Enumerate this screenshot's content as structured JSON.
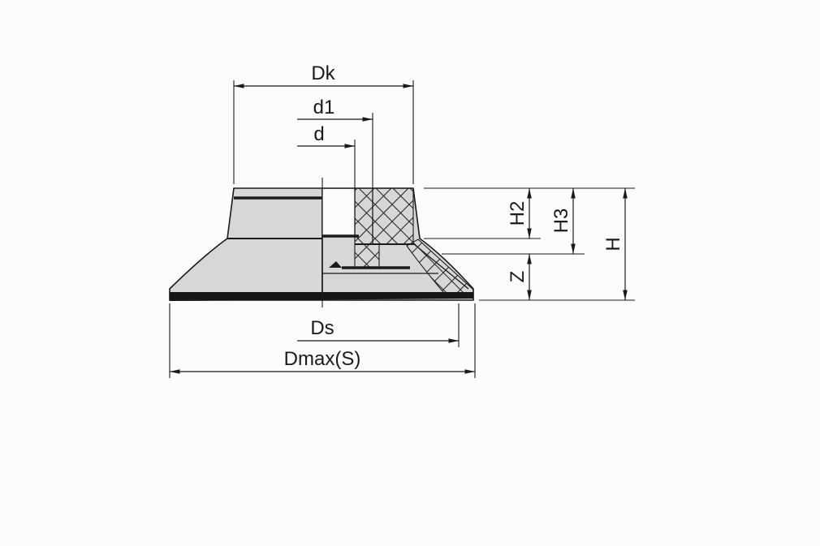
{
  "drawing": {
    "labels": {
      "dk": "Dk",
      "d1": "d1",
      "d": "d",
      "h2": "H2",
      "h3": "H3",
      "h": "H",
      "z": "Z",
      "ds": "Ds",
      "dmax_s": "Dmax(S)"
    },
    "colors": {
      "line": "#1a1a1a",
      "fill": "#d7d7d7",
      "hatch": "#2a2a2a",
      "seal": "#161616",
      "background": "#fcfcfc"
    }
  }
}
